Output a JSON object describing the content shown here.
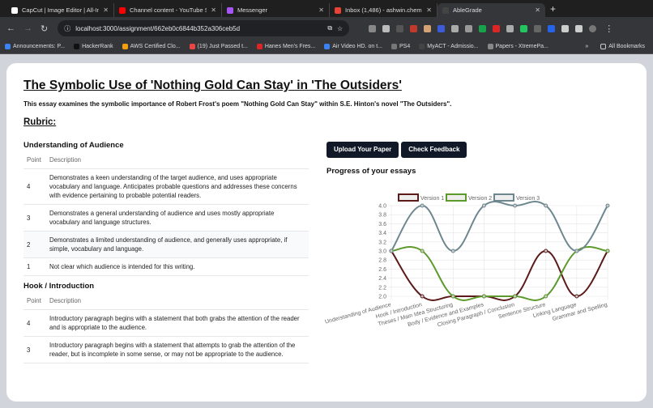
{
  "browser": {
    "tabs": [
      {
        "title": "CapCut | Image Editor | All-In",
        "color": "#ffffff"
      },
      {
        "title": "Channel content - YouTube St",
        "color": "#ff0000"
      },
      {
        "title": "Messenger",
        "color": "#a855f7"
      },
      {
        "title": "Inbox (1,486) - ashwin.chem",
        "color": "#ea4335"
      },
      {
        "title": "AbleGrade",
        "color": "#444444",
        "active": true
      }
    ],
    "url": "localhost:3000/assignment/662eb0c6844b352a306ceb5d",
    "bookmarks": [
      "Announcements: P...",
      "HackerRank",
      "AWS Certified Clo...",
      "(19) Just Passed t...",
      "Hanes Men's Fres...",
      "Air Video HD. on t...",
      "PS4",
      "MyACT - Admissio...",
      "Papers - XtremePa..."
    ],
    "all_bookmarks": "All Bookmarks"
  },
  "page": {
    "title": "The Symbolic Use of 'Nothing Gold Can Stay' in 'The Outsiders'",
    "description": "This essay examines the symbolic importance of Robert Frost's poem \"Nothing Gold Can Stay\" within S.E. Hinton's novel \"The Outsiders\".",
    "rubric_label": "Rubric:",
    "col_point": "Point",
    "col_description": "Description",
    "sections": [
      {
        "title": "Understanding of Audience",
        "rows": [
          {
            "point": "4",
            "description": "Demonstrates a keen understanding of the target audience, and uses appropriate vocabulary and language. Anticipates probable questions and addresses these concerns with evidence pertaining to probable potential readers."
          },
          {
            "point": "3",
            "description": "Demonstrates a general understanding of audience and uses mostly appropriate vocabulary and language structures."
          },
          {
            "point": "2",
            "description": "Demonstrates a limited understanding of audience, and generally uses appropriate, if simple, vocabulary and language."
          },
          {
            "point": "1",
            "description": "Not clear which audience is intended for this writing."
          }
        ]
      },
      {
        "title": "Hook / Introduction",
        "rows": [
          {
            "point": "4",
            "description": "Introductory paragraph begins with a statement that both grabs the attention of the reader and is appropriate to the audience."
          },
          {
            "point": "3",
            "description": "Introductory paragraph begins with a statement that attempts to grab the attention of the reader, but is incomplete in some sense, or may not be appropriate to the audience."
          }
        ]
      }
    ],
    "upload_button": "Upload Your Paper",
    "feedback_button": "Check Feedback",
    "progress_title": "Progress of your essays"
  },
  "chart_data": {
    "type": "line",
    "categories": [
      "Understanding of Audience",
      "Hook / Introduction",
      "Theses / Main Idea Structuring",
      "Body / Evidence and Examples",
      "Closing Paragraph / Conclusion",
      "Sentence Structure",
      "Linking Language",
      "Grammar and Spelling"
    ],
    "series": [
      {
        "name": "Version 1",
        "values": [
          3,
          2,
          2,
          2,
          2,
          3,
          2,
          3
        ],
        "color": "#5c1a1a"
      },
      {
        "name": "Version 2",
        "values": [
          3,
          3,
          2,
          2,
          2,
          2,
          3,
          3
        ],
        "color": "#5c9a2c"
      },
      {
        "name": "Version 3",
        "values": [
          3,
          4,
          3,
          4,
          4,
          4,
          3,
          4
        ],
        "color": "#6e878f"
      }
    ],
    "ylim": [
      2.0,
      4.0
    ],
    "yticks": [
      "2.0",
      "2.2",
      "2.4",
      "2.6",
      "2.8",
      "3.0",
      "3.2",
      "3.4",
      "3.6",
      "3.8",
      "4.0"
    ],
    "grid": true,
    "legend": "top"
  }
}
